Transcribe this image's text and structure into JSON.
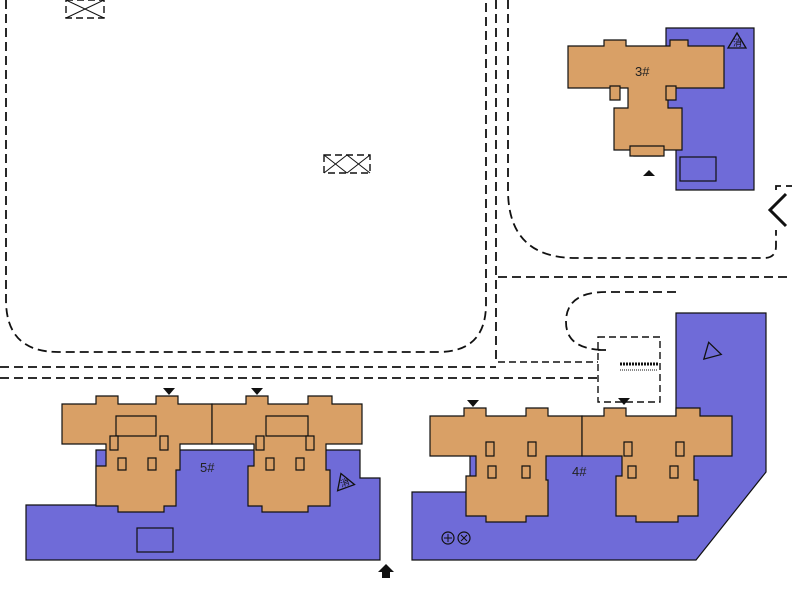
{
  "colors": {
    "site": "#6f6bd8",
    "building": "#d9a066",
    "outline": "#111111",
    "background": "#ffffff"
  },
  "buildings": [
    {
      "id": "b3",
      "label": "3#"
    },
    {
      "id": "b5",
      "label": "5#"
    },
    {
      "id": "b4",
      "label": "4#"
    }
  ],
  "symbols": {
    "fire_access": "消",
    "fire_access_2": "消",
    "parking_label": "非机动车位"
  },
  "icons": [
    "entrance-arrow-icon",
    "north-arrow-icon",
    "unit-entrance-icon",
    "fire-access-icon"
  ]
}
